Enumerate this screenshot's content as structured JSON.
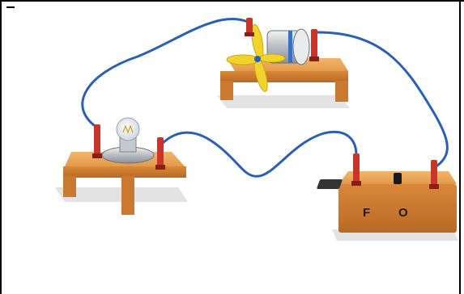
{
  "components": {
    "motor_fan": {
      "name": "motor-with-fan"
    },
    "bulb": {
      "name": "light-bulb-on-base"
    },
    "switch": {
      "label_off": "F",
      "label_on": "O"
    }
  },
  "colors": {
    "wood": "#e8a253",
    "wood_dark": "#c7772c",
    "wire": "#2a5fb8",
    "terminal": "#c8352b",
    "fan": "#f2d32c",
    "shadow": "#d9d9d9"
  }
}
